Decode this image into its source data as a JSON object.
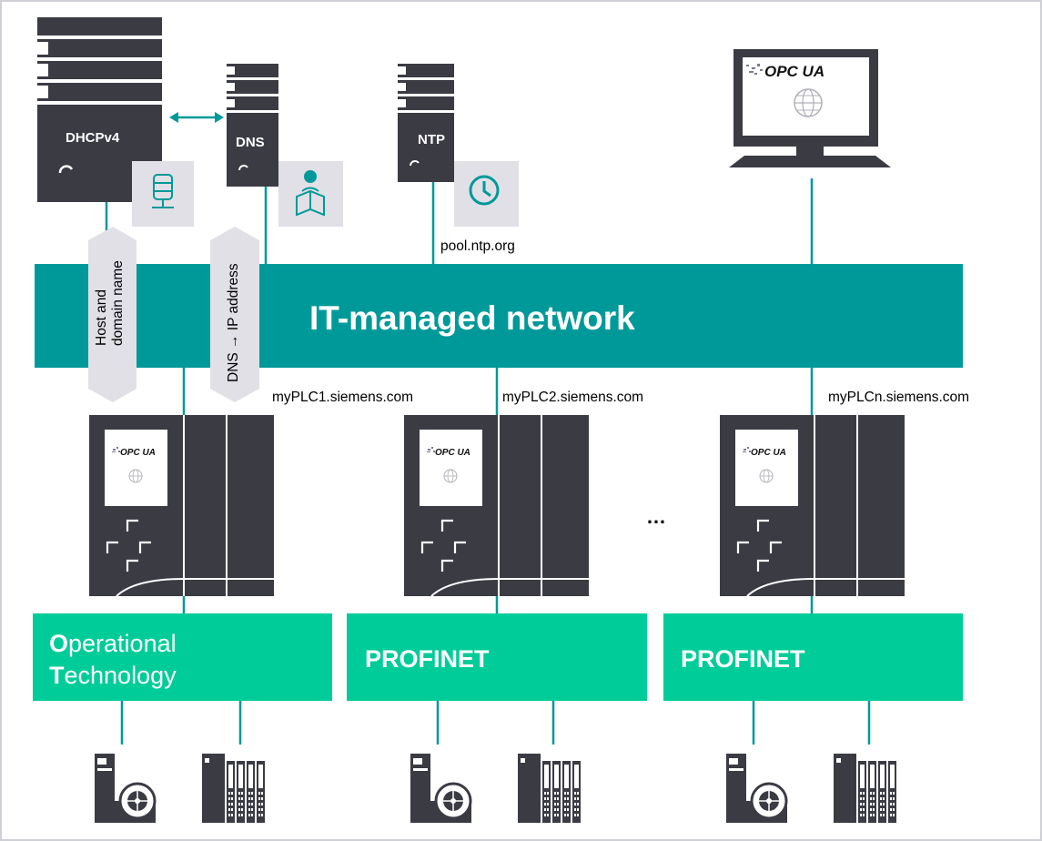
{
  "servers": {
    "dhcp": {
      "label": "DHCPv4"
    },
    "dns": {
      "label": "DNS"
    },
    "ntp": {
      "label": "NTP"
    },
    "ntp_pool": "pool.ntp.org"
  },
  "arrows": {
    "dhcp_up": [
      "Host and",
      "domain name"
    ],
    "dns_up": "DNS → IP address"
  },
  "network": {
    "title": "IT-managed network"
  },
  "plcs": [
    {
      "hostname": "myPLC1.siemens.com",
      "badge": "OPC UA"
    },
    {
      "hostname": "myPLC2.siemens.com",
      "badge": "OPC UA"
    },
    {
      "hostname": "myPLCn.siemens.com",
      "badge": "OPC UA"
    }
  ],
  "ellipsis": "…",
  "client": {
    "badge": "OPC UA"
  },
  "zones": {
    "ot": {
      "line1_first": "O",
      "line1_rest": "perational",
      "line2_first": "T",
      "line2_rest": "echnology"
    },
    "pn1": "PROFINET",
    "pn2": "PROFINET"
  },
  "colors": {
    "network": "#009999",
    "zone": "#00cc99",
    "dark": "#3b3b44",
    "icon_tile": "#e0e0e6",
    "accent_icon": "#009999",
    "arrow_fill": "#e0e0e6",
    "frame": "#cfcfd6"
  }
}
